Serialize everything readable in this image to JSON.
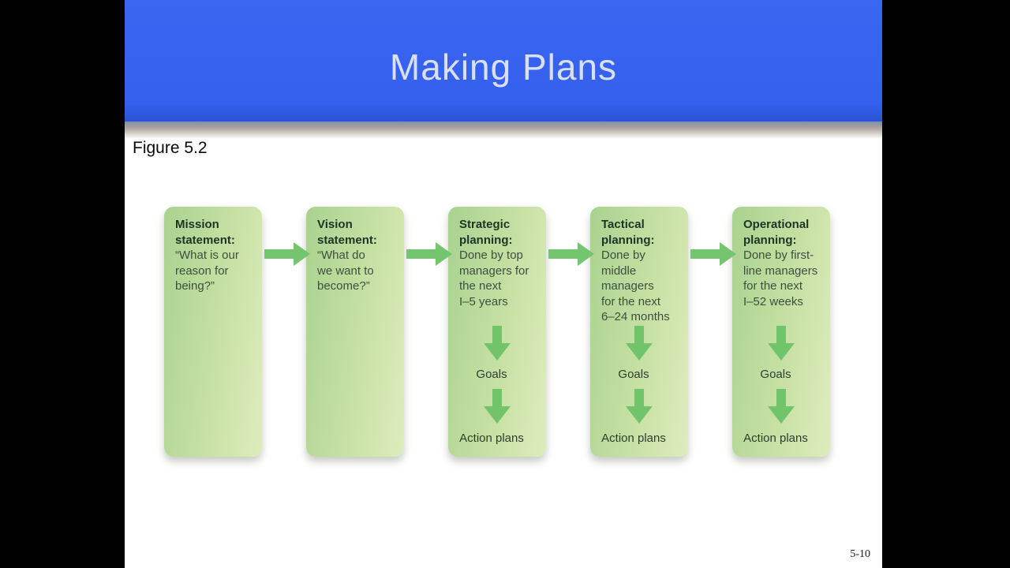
{
  "slide": {
    "title": "Making Plans",
    "figure_label": "Figure 5.2",
    "page_number": "5-10"
  },
  "diagram": {
    "boxes": [
      {
        "heading": "Mission\nstatement:",
        "body": "“What is our\nreason for\nbeing?”"
      },
      {
        "heading": "Vision\nstatement:",
        "body": "“What do\nwe want to\nbecome?”"
      },
      {
        "heading": "Strategic\nplanning:",
        "body": "Done by top\nmanagers for\nthe next\nI–5 years",
        "goals_label": "Goals",
        "action_label": "Action plans"
      },
      {
        "heading": "Tactical\nplanning:",
        "body": "Done by\nmiddle\nmanagers\nfor the next\n6–24 months",
        "goals_label": "Goals",
        "action_label": "Action plans"
      },
      {
        "heading": "Operational\nplanning:",
        "body": "Done by first-\nline managers\nfor the next\nI–52 weeks",
        "goals_label": "Goals",
        "action_label": "Action plans"
      }
    ]
  },
  "colors": {
    "banner_blue": "#3560ed",
    "title_text": "#d9e0f5",
    "box_gradient_start": "#a9d28f",
    "box_gradient_end": "#dfecbe",
    "arrow_green": "#72c46b",
    "heading_text": "#1e3424",
    "body_text": "#3d4f3d"
  }
}
